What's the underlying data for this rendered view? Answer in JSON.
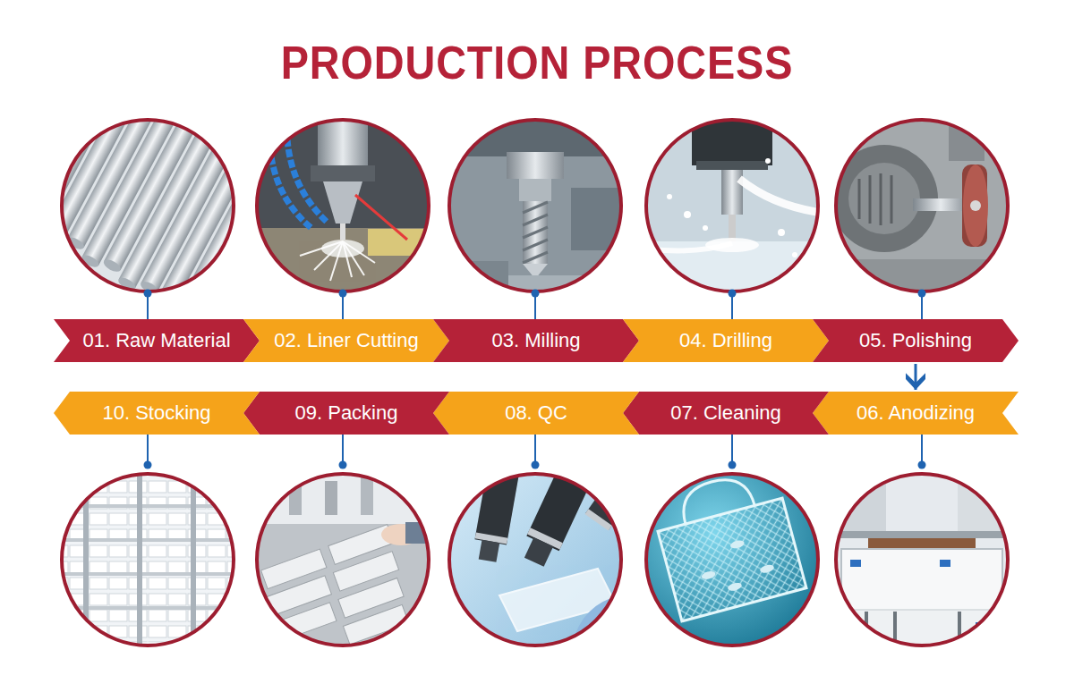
{
  "diagram": {
    "title": "PRODUCTION PROCESS",
    "nodes": [
      {
        "text": [
          "01. Raw Material"
        ]
      },
      {
        "text": [
          "02. Liner Cutting"
        ]
      },
      {
        "text": [
          "03. Milling"
        ]
      },
      {
        "text": [
          "04. Drilling"
        ]
      },
      {
        "text": [
          "05. Polishing"
        ]
      },
      {
        "text": [
          "06. Anodizing"
        ]
      },
      {
        "text": [
          "07. Cleaning"
        ]
      },
      {
        "text": [
          "08. QC"
        ]
      },
      {
        "text": [
          "09. Packing"
        ]
      },
      {
        "text": [
          "10. Stocking"
        ]
      }
    ],
    "edges": [
      {
        "from": 4,
        "to": 5,
        "arrow": "to"
      }
    ]
  }
}
